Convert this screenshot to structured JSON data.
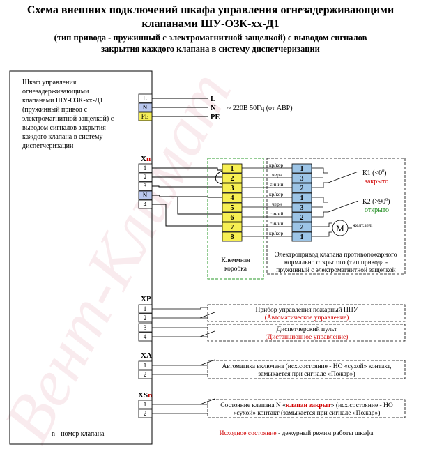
{
  "title": {
    "line1": "Схема внешних подключений шкафа управления огнезадерживающими",
    "line2": "клапанами ШУ-ОЗК-хх-Д1",
    "line3": "(тип привода - пружинный с электромагнитной защелкой) с выводом сигналов",
    "line4": "закрытия каждого клапана в систему диспетчеризации"
  },
  "cabinet": {
    "label": [
      "Шкаф управления",
      "огнезадерживающими",
      "клапанами ШУ-ОЗК-хх-Д1",
      "(пружинный привод с",
      "электромагнитной защелкой) с",
      "выводом сигналов закрытия",
      "каждого клапана в систему",
      "диспетчеризации"
    ],
    "footnote": "n - номер клапана"
  },
  "power": {
    "terminals": [
      "L",
      "N",
      "PE"
    ],
    "outputs": [
      "L",
      "N",
      "PE"
    ],
    "supply": "~ 220В  50Гц (от АВР)"
  },
  "xn": {
    "label": "X",
    "sub": "n",
    "terminals": [
      "1",
      "2",
      "3",
      "N",
      "4"
    ]
  },
  "junction_box": {
    "terminals": [
      "1",
      "2",
      "3",
      "4",
      "5",
      "6",
      "7",
      "8"
    ],
    "label": [
      "Клеммная",
      "коробка"
    ]
  },
  "drive": {
    "wires": [
      "кр/кор",
      "черн",
      "синий",
      "кр/кор",
      "черн",
      "синий",
      "синий",
      "кр/кор"
    ],
    "terminals": [
      "1",
      "3",
      "2",
      "1",
      "3",
      "2",
      "2",
      "1"
    ],
    "k1": {
      "label": "К1 (<0",
      "sup": "0",
      "end": ")",
      "state": "закрыто"
    },
    "k2": {
      "label": "К2 (>90",
      "sup": "0",
      "end": ")",
      "state": "открыто"
    },
    "motor": "M",
    "motor_wire": "желт.зел.",
    "caption": [
      "Электропривод клапана противопожарного",
      "нормально открытого (тип привода -",
      "пружинный с электромагнитной защелкой"
    ]
  },
  "xp": {
    "label": "XP",
    "terminals": [
      "1",
      "2",
      "3",
      "4"
    ],
    "dev1": {
      "line1": "Прибор управления пожарный ППУ",
      "line2": "(Автоматическое управление)"
    },
    "dev2": {
      "line1": "Диспетчерский пульт",
      "line2": "(Дистанционное управление)"
    }
  },
  "xa": {
    "label": "XA",
    "terminals": [
      "1",
      "2"
    ],
    "desc": [
      "Автоматика включена (исх.состояние - НО «сухой» контакт,",
      "замыкается при сигнале «Пожар»)"
    ]
  },
  "xs": {
    "label": "XS",
    "sub": "n",
    "terminals": [
      "1",
      "2"
    ],
    "desc_pre": "Состояние клапана N «",
    "desc_red": "клапан закрыт",
    "desc_post": "» (исх.состояние - НО",
    "desc2": "«сухой» контакт (замыкается при сигнале «Пожар»)"
  },
  "note": {
    "red": "Исходное состояние",
    "rest": " - дежурный режим работы шкафа"
  },
  "watermark": "Вент-Климат",
  "colors": {
    "neutral": "#b9c7ee",
    "pe": "#f4ee58",
    "jbox": "#f7ef52",
    "drive": "#9cc4e6",
    "red": "#d10000",
    "green": "#1a8a1a",
    "dash": "#2a9a2a"
  }
}
